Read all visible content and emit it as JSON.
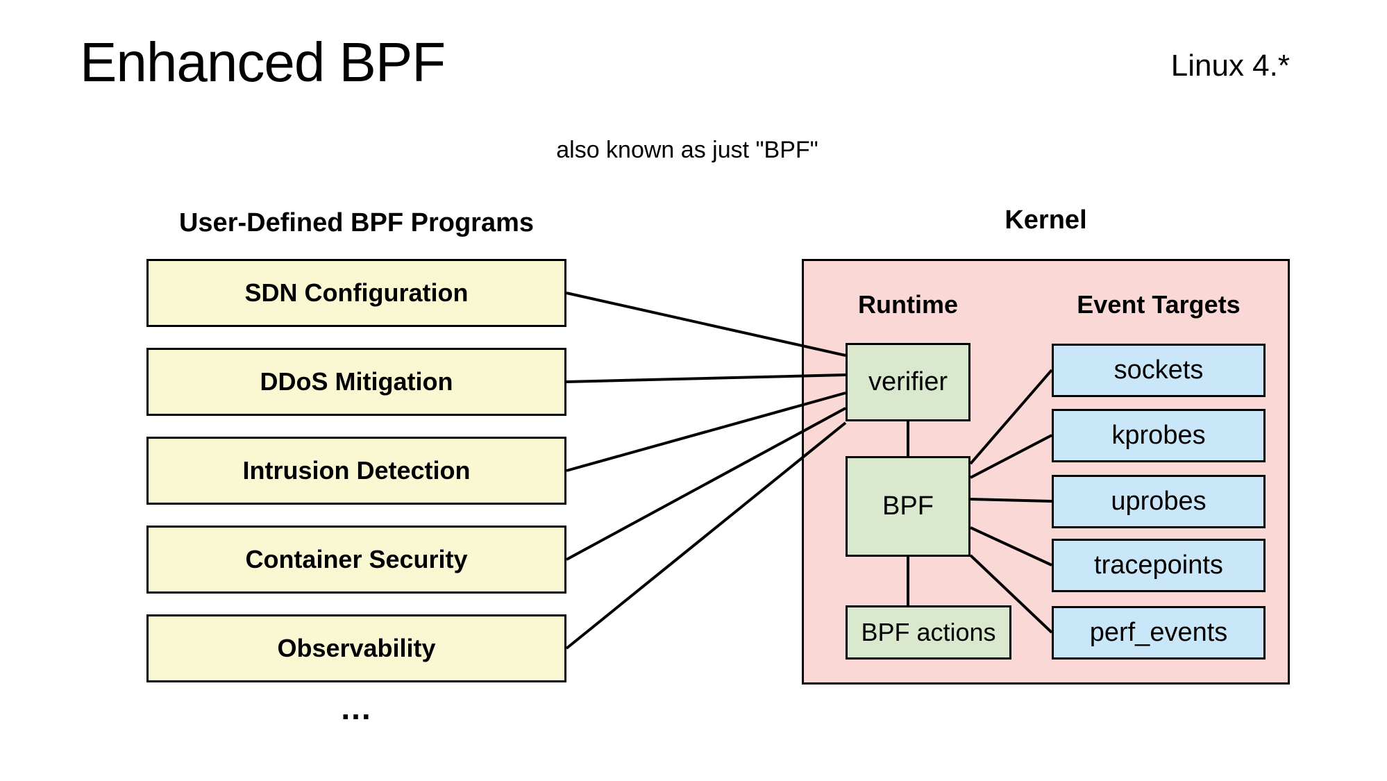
{
  "slide": {
    "title": "Enhanced BPF",
    "corner_note": "Linux 4.*",
    "subtitle": "also known as just \"BPF\""
  },
  "user_programs": {
    "header": "User-Defined BPF Programs",
    "items": [
      "SDN Configuration",
      "DDoS Mitigation",
      "Intrusion Detection",
      "Container Security",
      "Observability"
    ],
    "more_label": "..."
  },
  "kernel": {
    "header": "Kernel",
    "runtime": {
      "header": "Runtime",
      "nodes": [
        "verifier",
        "BPF",
        "BPF actions"
      ]
    },
    "event_targets": {
      "header": "Event Targets",
      "nodes": [
        "sockets",
        "kprobes",
        "uprobes",
        "tracepoints",
        "perf_events"
      ]
    }
  },
  "edges": [
    {
      "from": "SDN Configuration",
      "to": "verifier"
    },
    {
      "from": "DDoS Mitigation",
      "to": "verifier"
    },
    {
      "from": "Intrusion Detection",
      "to": "verifier"
    },
    {
      "from": "Container Security",
      "to": "verifier"
    },
    {
      "from": "Observability",
      "to": "verifier"
    },
    {
      "from": "verifier",
      "to": "BPF"
    },
    {
      "from": "BPF",
      "to": "BPF actions"
    },
    {
      "from": "BPF",
      "to": "sockets"
    },
    {
      "from": "BPF",
      "to": "kprobes"
    },
    {
      "from": "BPF",
      "to": "uprobes"
    },
    {
      "from": "BPF",
      "to": "tracepoints"
    },
    {
      "from": "BPF",
      "to": "perf_events"
    }
  ],
  "colors": {
    "program_box": "#FAF8D2",
    "kernel_background": "#FAD8D5",
    "runtime_box": "#DAE8CE",
    "event_target_box": "#C9E7F9",
    "line": "#000000",
    "text": "#000000",
    "page_background": "#FFFFFF"
  }
}
